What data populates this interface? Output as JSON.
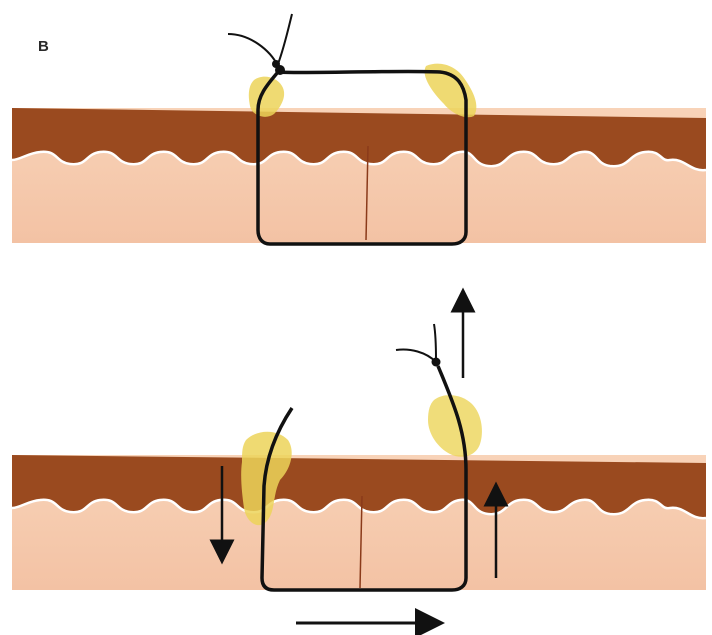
{
  "figure": {
    "panel_label": "B",
    "colors": {
      "epidermis": "#9a4a1f",
      "dermis": "#f7cdb0",
      "basement_line": "#ffffff",
      "suture": "#111111",
      "fat_knot": "#e9d25a",
      "incision": "#8a3a1a",
      "arrow": "#111111"
    },
    "panels": [
      {
        "name": "top",
        "state": "suture-tied",
        "arrows": []
      },
      {
        "name": "bottom",
        "state": "suture-pulled",
        "arrows": [
          "up",
          "down",
          "up",
          "right"
        ]
      }
    ]
  }
}
